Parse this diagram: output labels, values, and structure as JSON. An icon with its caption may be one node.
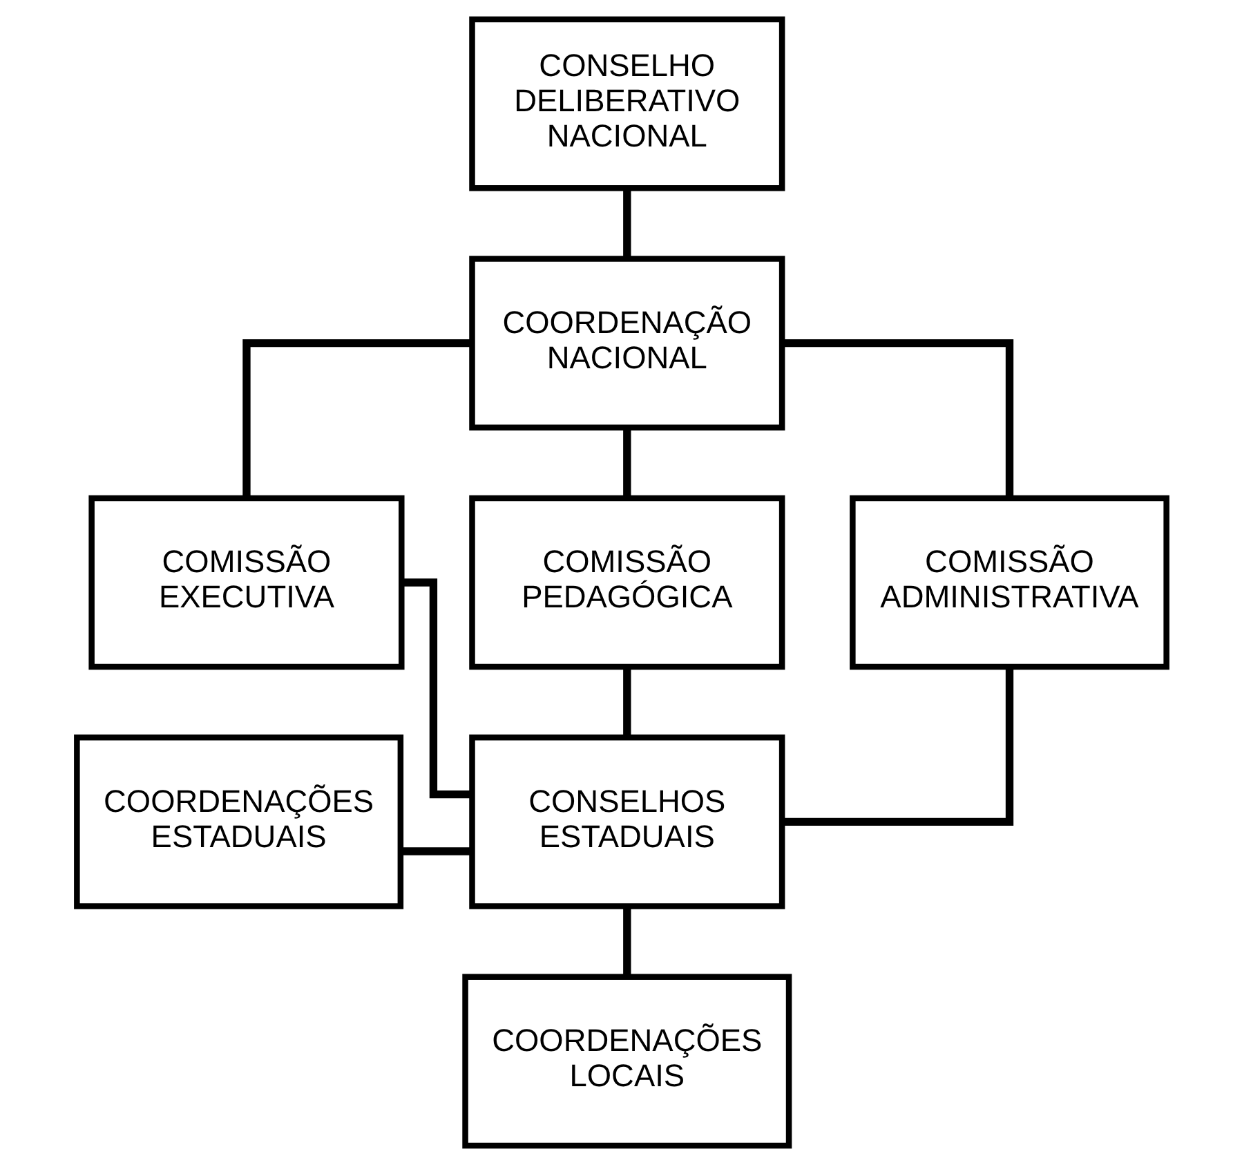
{
  "diagram": {
    "nodes": [
      {
        "text": [
          "CONSELHO DELIBERATIVO NACIONAL"
        ]
      },
      {
        "text": [
          "COORDENAÇÃO NACIONAL"
        ]
      },
      {
        "text": [
          "COMISSÃO EXECUTIVA"
        ]
      },
      {
        "text": [
          "COMISSÃO PEDAGÓGICA"
        ]
      },
      {
        "text": [
          "COMISSÃO ADMINISTRATIVA"
        ]
      },
      {
        "text": [
          "COORDENAÇÕES ESTADUAIS"
        ]
      },
      {
        "text": [
          "CONSELHOS ESTADUAIS"
        ]
      },
      {
        "text": [
          "COORDENAÇÕES LOCAIS"
        ]
      }
    ],
    "edges": [
      {
        "from": 0,
        "to": 1,
        "arrow": "none"
      },
      {
        "from": 1,
        "to": 2,
        "arrow": "none"
      },
      {
        "from": 1,
        "to": 3,
        "arrow": "none"
      },
      {
        "from": 1,
        "to": 4,
        "arrow": "none"
      },
      {
        "from": 2,
        "to": 6,
        "arrow": "none"
      },
      {
        "from": 3,
        "to": 6,
        "arrow": "none"
      },
      {
        "from": 4,
        "to": 6,
        "arrow": "none"
      },
      {
        "from": 5,
        "to": 6,
        "arrow": "none"
      },
      {
        "from": 6,
        "to": 7,
        "arrow": "none"
      }
    ]
  }
}
